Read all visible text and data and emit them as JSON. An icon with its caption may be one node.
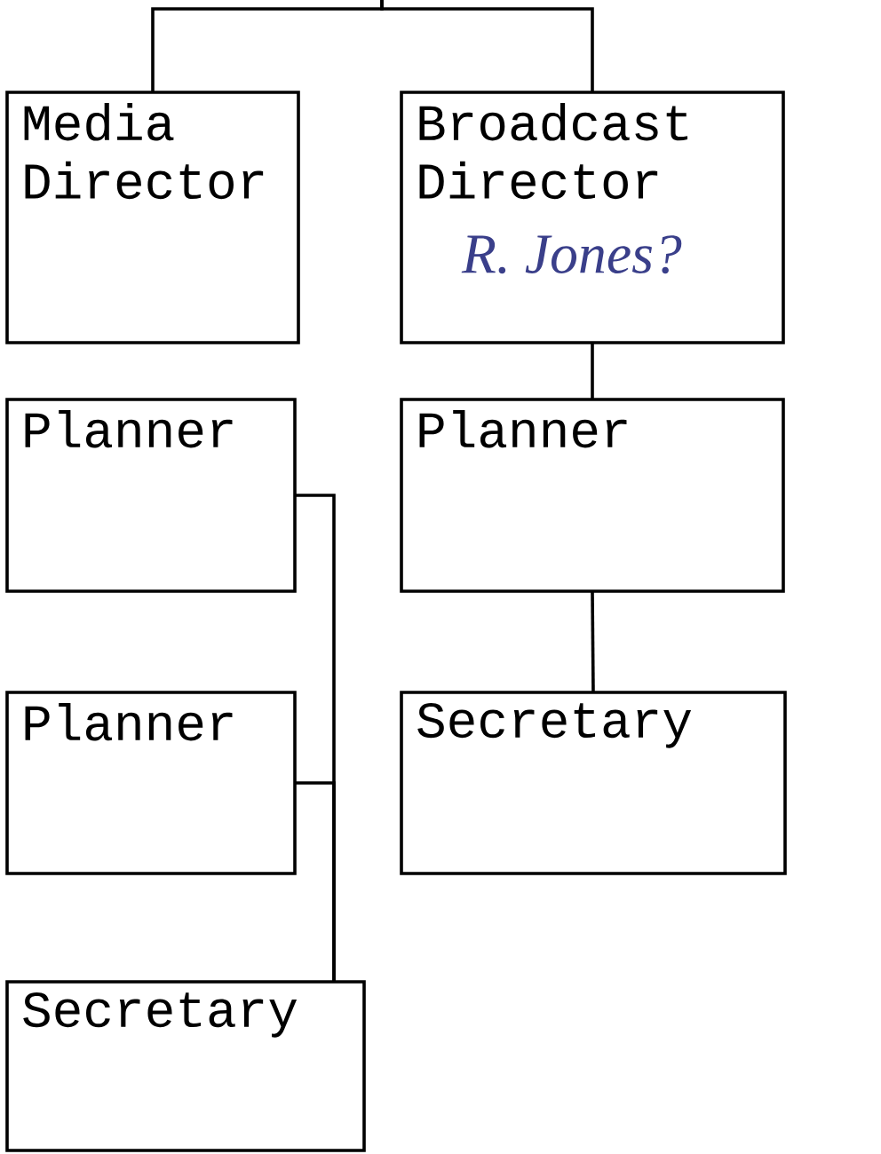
{
  "diagram": {
    "nodes": [
      {
        "text": [
          "Media Director"
        ]
      },
      {
        "text": [
          "Broadcast Director",
          "R. Jones?"
        ]
      },
      {
        "text": [
          "Planner"
        ]
      },
      {
        "text": [
          "Planner"
        ]
      },
      {
        "text": [
          "Planner"
        ]
      },
      {
        "text": [
          "Secretary"
        ]
      },
      {
        "text": [
          "Secretary"
        ]
      }
    ],
    "edges": [
      {
        "from": null,
        "to": 0,
        "arrow": "none"
      },
      {
        "from": null,
        "to": 1,
        "arrow": "none"
      },
      {
        "from": 1,
        "to": 3,
        "arrow": "none"
      },
      {
        "from": 3,
        "to": 5,
        "arrow": "none"
      },
      {
        "from": 2,
        "to": 6,
        "arrow": "none"
      },
      {
        "from": 4,
        "to": 6,
        "arrow": "none"
      }
    ]
  }
}
